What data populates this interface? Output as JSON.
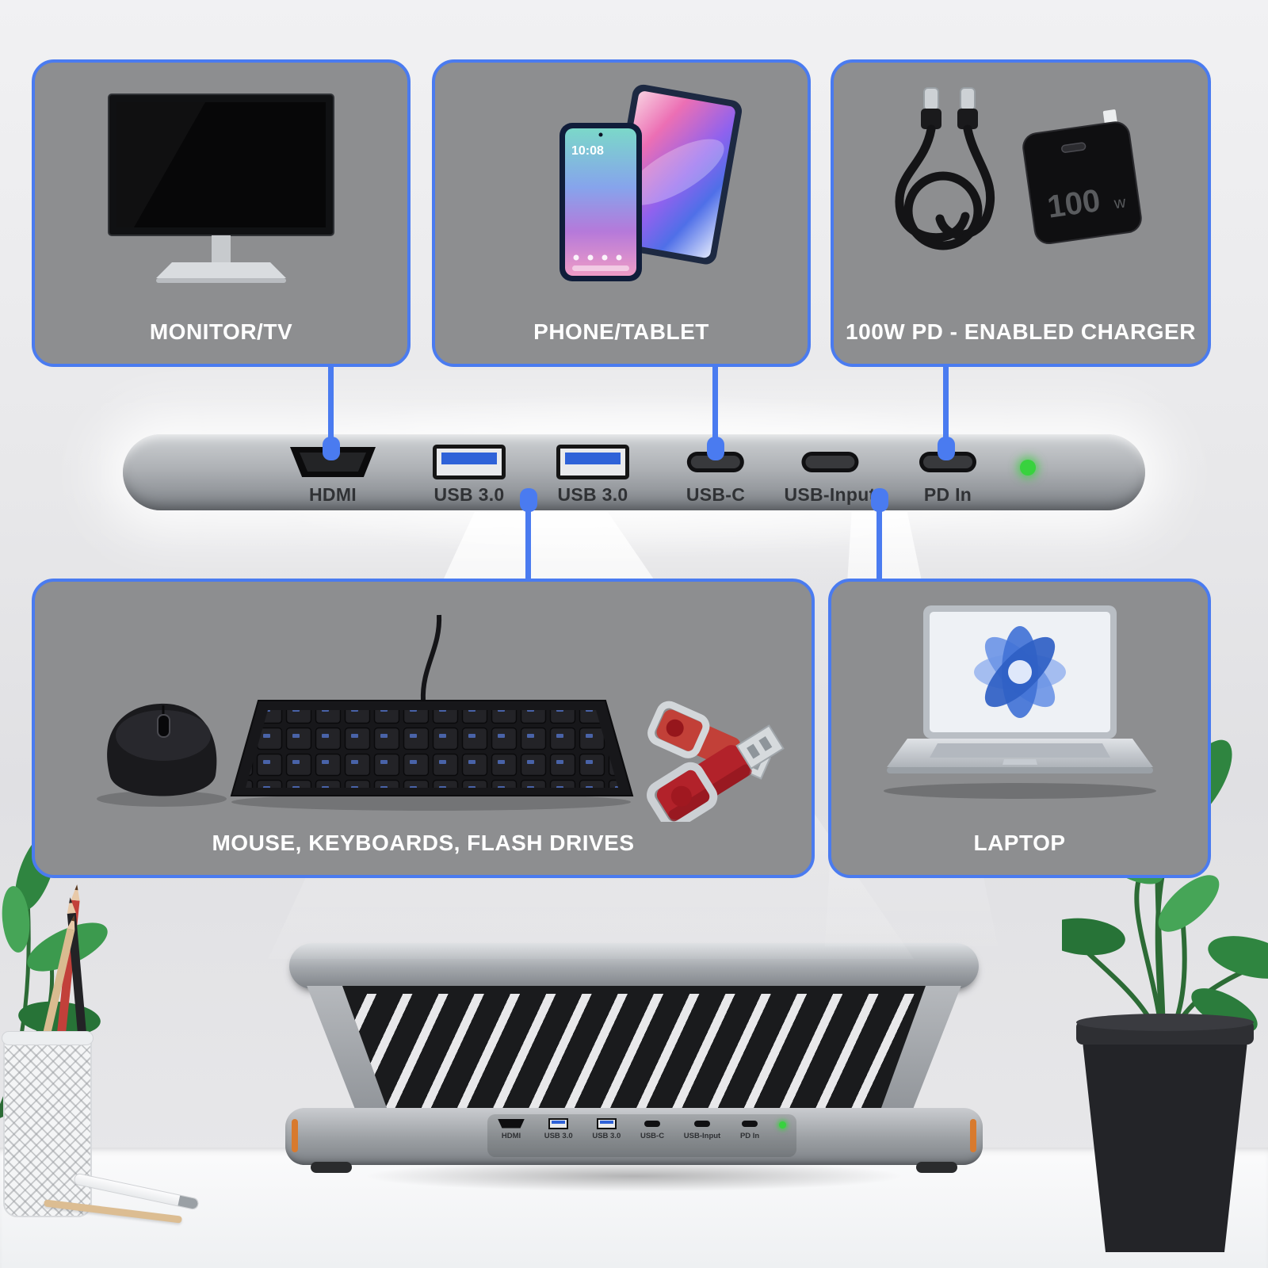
{
  "colors": {
    "accent_blue": "#4a7bf0",
    "card_gray": "#8d8e90",
    "led_green": "#38d23e",
    "usb_blue": "#2f62d8",
    "flash_drive_red": "#b2222a"
  },
  "cards": {
    "monitor": {
      "label": "MONITOR/TV"
    },
    "phone": {
      "label": "PHONE/TABLET",
      "clock": "10:08"
    },
    "charger": {
      "label": "100W PD - ENABLED CHARGER",
      "wattage_value": "100",
      "wattage_unit": "w"
    },
    "peripherals": {
      "label": "MOUSE, KEYBOARDS, FLASH DRIVES"
    },
    "laptop": {
      "label": "LAPTOP"
    }
  },
  "dock": {
    "ports": [
      {
        "label": "HDMI",
        "type": "hdmi"
      },
      {
        "label": "USB 3.0",
        "type": "usb-a"
      },
      {
        "label": "USB 3.0",
        "type": "usb-a"
      },
      {
        "label": "USB-C",
        "type": "usb-c"
      },
      {
        "label": "USB-Input",
        "type": "usb-c"
      },
      {
        "label": "PD In",
        "type": "usb-c"
      }
    ],
    "status_led": "power"
  },
  "product": {
    "ports": [
      {
        "label": "HDMI"
      },
      {
        "label": "USB 3.0"
      },
      {
        "label": "USB 3.0"
      },
      {
        "label": "USB-C"
      },
      {
        "label": "USB-Input"
      },
      {
        "label": "PD In"
      }
    ]
  }
}
